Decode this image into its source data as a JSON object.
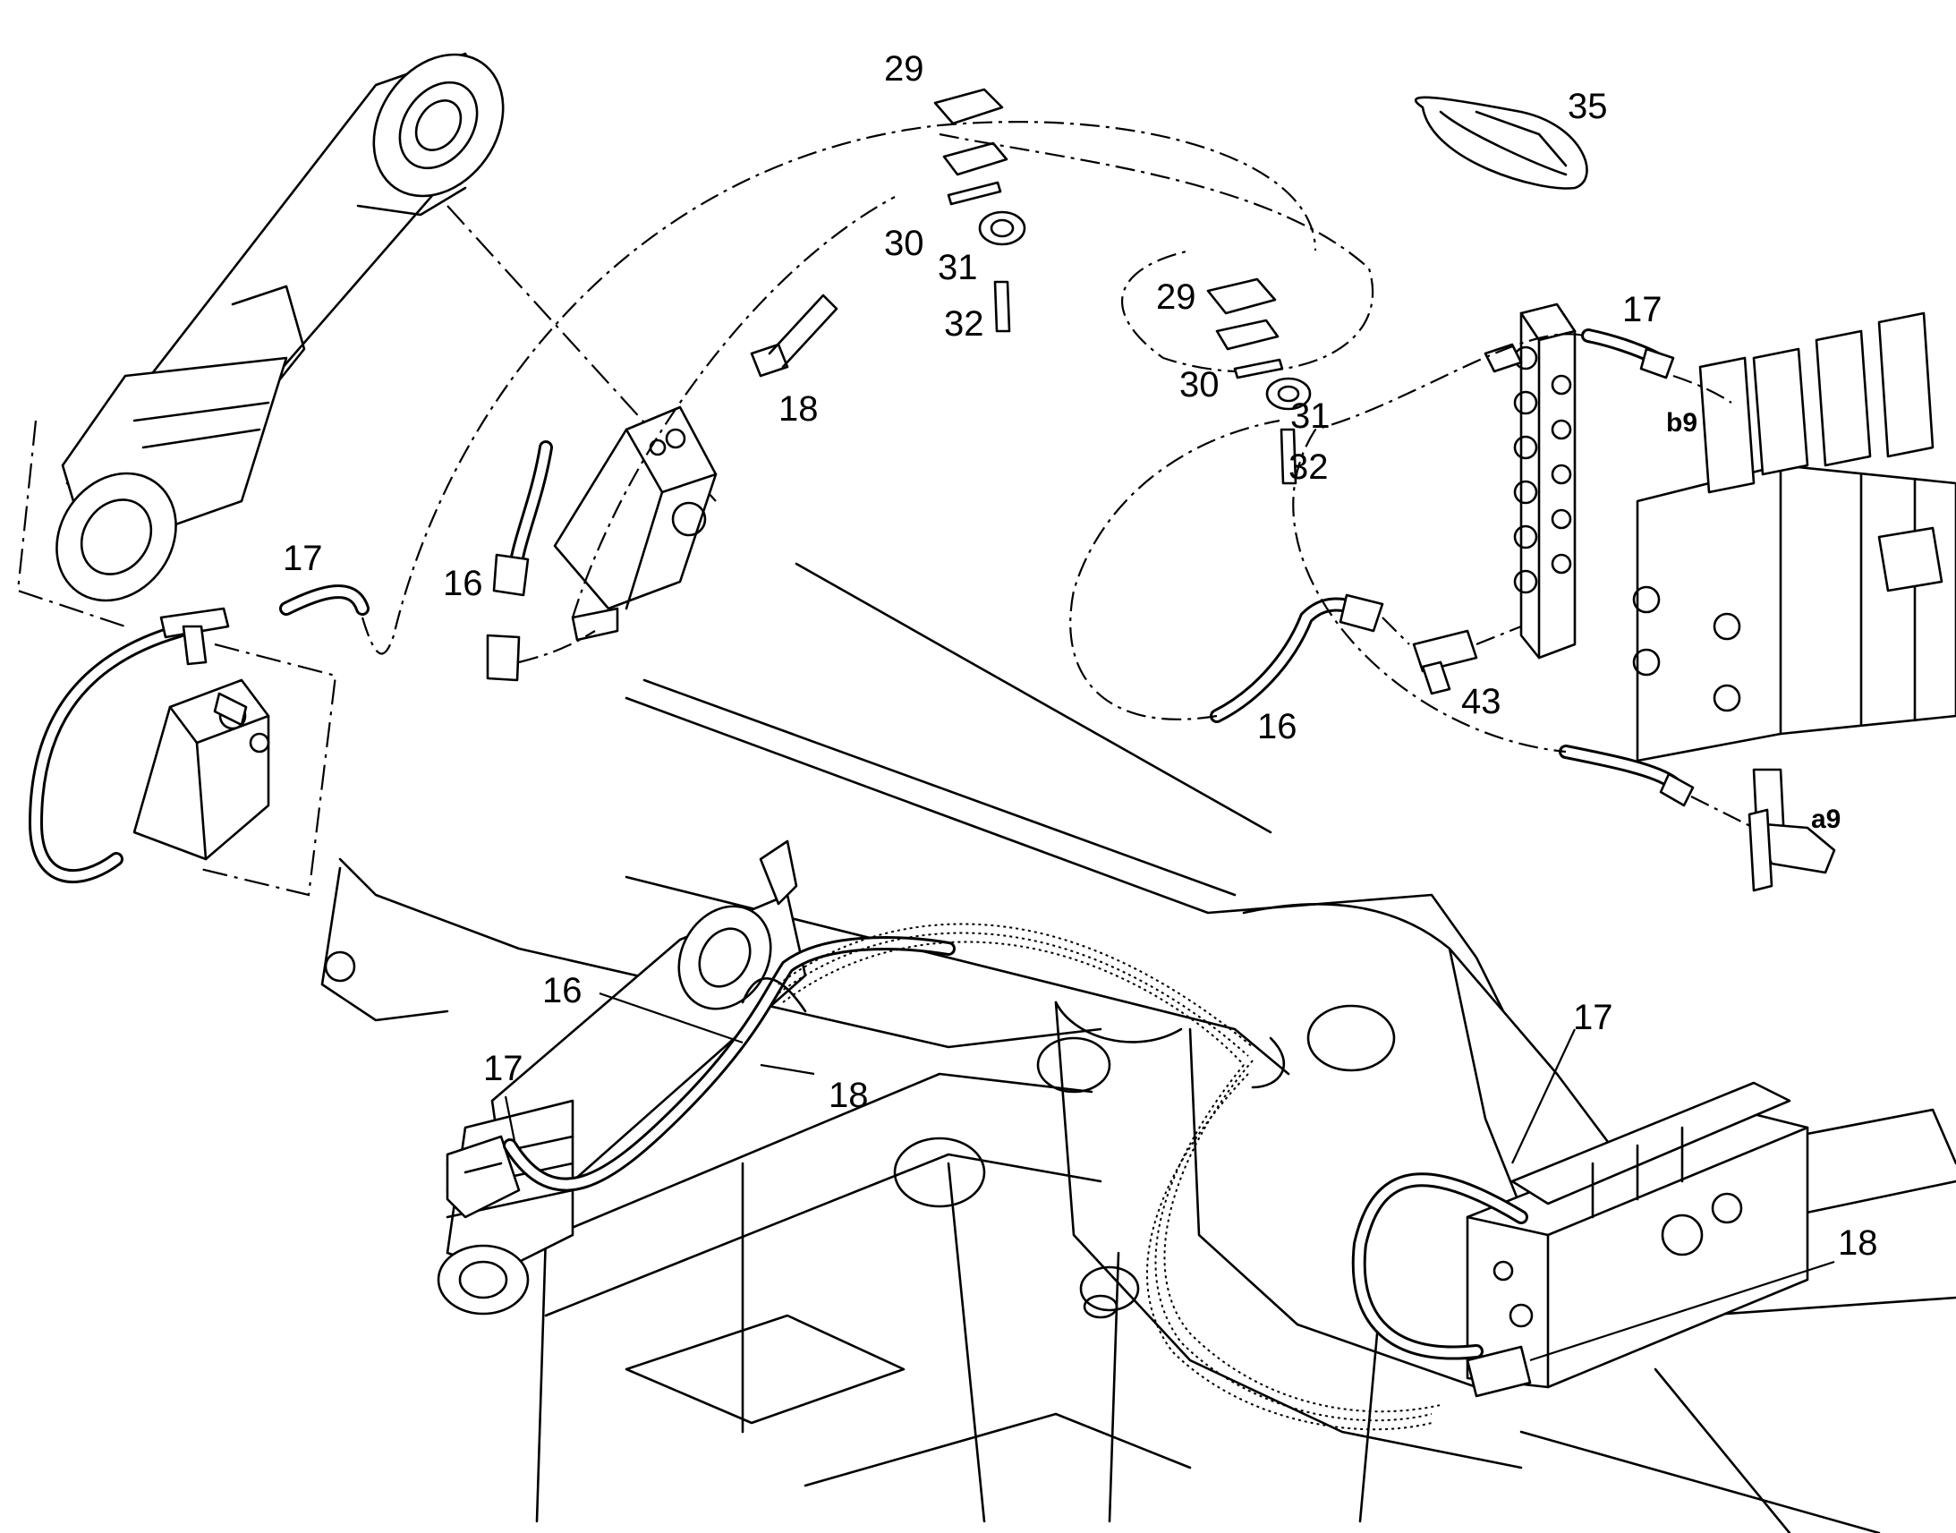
{
  "callouts": {
    "c29a": "29",
    "c30a": "30",
    "c31a": "31",
    "c32a": "32",
    "c29b": "29",
    "c30b": "30",
    "c31b": "31",
    "c32b": "32",
    "c35": "35",
    "c17a": "17",
    "c16a": "16",
    "c18a": "18",
    "c17b": "17",
    "c16b": "16",
    "c43": "43",
    "c16c": "16",
    "c18b": "18",
    "c17c": "17",
    "c17d": "17",
    "c18c": "18"
  },
  "ports": {
    "b9": "b9",
    "a9": "a9"
  },
  "icons": {
    "cylinder": "hydraulic-cylinder-icon",
    "valve_block": "valve-block-icon",
    "control_valve": "control-valve-icon",
    "clamp": "hose-clamp-icon",
    "strap": "strap-icon"
  }
}
